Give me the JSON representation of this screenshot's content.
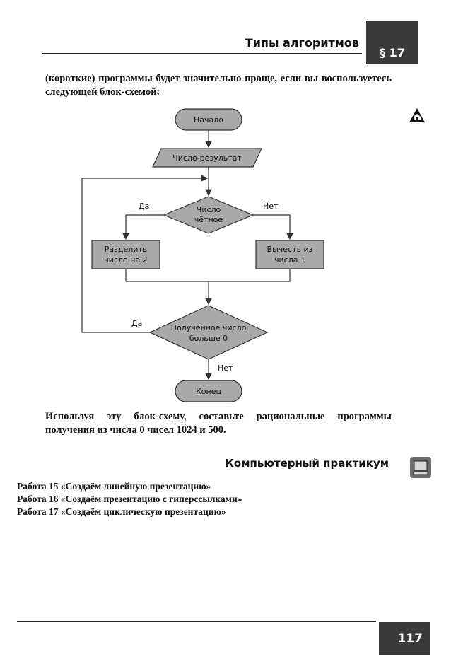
{
  "header": {
    "title": "Типы алгоритмов",
    "section": "§ 17"
  },
  "intro_text": "(короткие) программы будет значительно проще, если вы воспользуетесь следующей блок-схемой:",
  "flowchart": {
    "start": "Начало",
    "input": "Число-результат",
    "decision1": [
      "Число",
      "чётное"
    ],
    "yes1": "Да",
    "no1": "Нет",
    "action_yes": [
      "Разделить",
      "число на 2"
    ],
    "action_no": [
      "Вычесть из",
      "числа 1"
    ],
    "decision2": [
      "Полученное число",
      "больше 0"
    ],
    "yes2": "Да",
    "no2": "Нет",
    "end": "Конец"
  },
  "task_text": "Используя эту блок-схему, составьте рациональные программы получения из числа 0 чисел 1024 и 500.",
  "practicum": {
    "title": "Компьютерный практикум",
    "works": [
      "Работа 15 «Создаём линейную презентацию»",
      "Работа 16 «Создаём презентацию с гиперссылками»",
      "Работа 17 «Создаём циклическую презентацию»"
    ]
  },
  "footer": {
    "page_number": "117"
  },
  "colors": {
    "shape_fill": "#a9a9a9",
    "badge": "#3a3a3a"
  }
}
